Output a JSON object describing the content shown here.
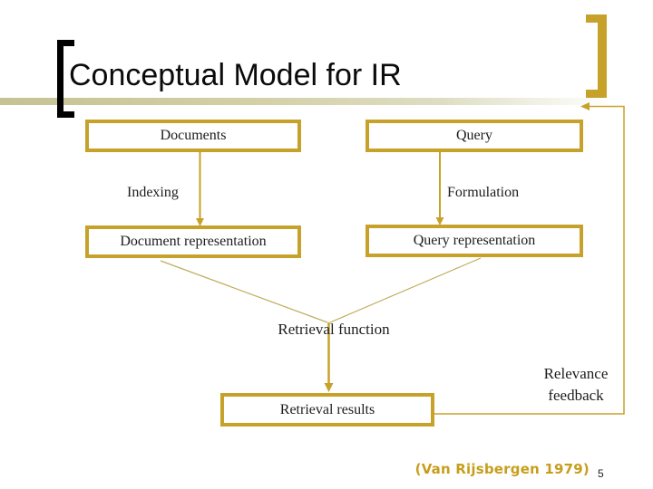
{
  "slide": {
    "title": "Conceptual Model for IR",
    "citation": "(Van Rijsbergen 1979)",
    "page_number": "5"
  },
  "diagram": {
    "boxes": [
      {
        "id": "documents",
        "label": "Documents"
      },
      {
        "id": "query",
        "label": "Query"
      },
      {
        "id": "document-representation",
        "label": "Document representation"
      },
      {
        "id": "query-representation",
        "label": "Query representation"
      },
      {
        "id": "retrieval-results",
        "label": "Retrieval results"
      }
    ],
    "edge_labels": [
      {
        "id": "indexing",
        "text": "Indexing"
      },
      {
        "id": "formulation",
        "text": "Formulation"
      },
      {
        "id": "retrieval-function",
        "text": "Retrieval function"
      },
      {
        "id": "relevance-feedback",
        "text": "Relevance feedback"
      }
    ],
    "edges": [
      {
        "from": "documents",
        "to": "document-representation",
        "label": "Indexing"
      },
      {
        "from": "query",
        "to": "query-representation",
        "label": "Formulation"
      },
      {
        "from": "document-representation",
        "to": "retrieval-function"
      },
      {
        "from": "query-representation",
        "to": "retrieval-function"
      },
      {
        "from": "retrieval-function",
        "to": "retrieval-results"
      },
      {
        "from": "retrieval-results",
        "to": "query",
        "label": "Relevance feedback"
      }
    ]
  },
  "colors": {
    "accent_gold": "#C7A22B",
    "thin_line_gold": "#BFAE5E",
    "citation_gold": "#C79E1B",
    "title_text": "#0B0B0B",
    "body_text": "#1C1C1C",
    "divider_tan": "#C6C294",
    "background": "#FFFFFF"
  }
}
